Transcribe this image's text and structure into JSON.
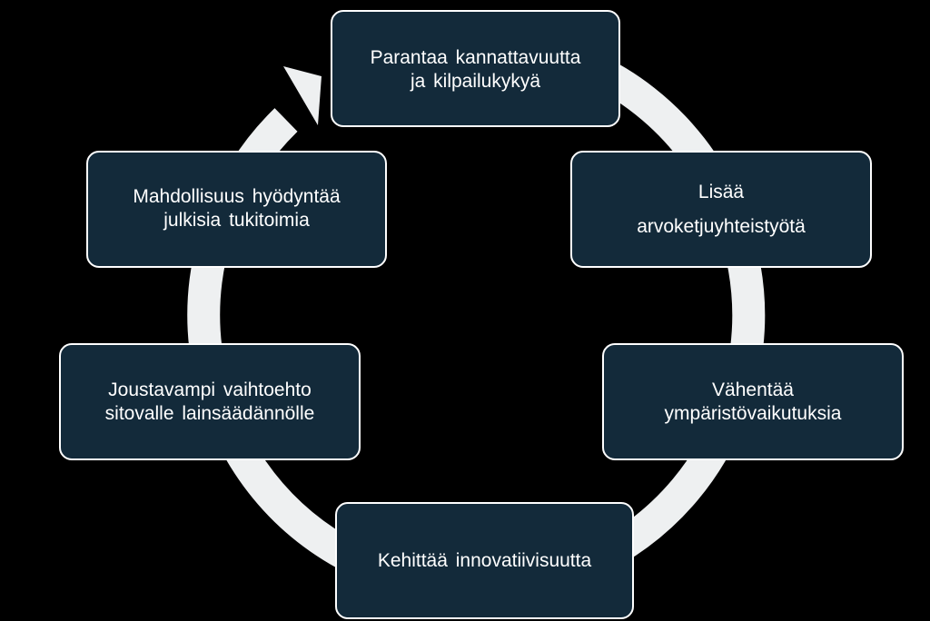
{
  "colors": {
    "background": "#000000",
    "box_fill": "#132a3a",
    "box_border": "#ffffff",
    "ring": "#eef0f1",
    "text": "#ffffff"
  },
  "nodes": [
    {
      "id": "profitability",
      "lines": [
        "Parantaa  kannattavuutta",
        "ja kilpailukykyä"
      ]
    },
    {
      "id": "value-chain",
      "lines": [
        "Lisää",
        "arvoketjuyhteistyötä"
      ]
    },
    {
      "id": "environment",
      "lines": [
        "Vähentää",
        "ympäristövaikutuksia"
      ]
    },
    {
      "id": "innovation",
      "lines": [
        "Kehittää  innovatiivisuutta"
      ]
    },
    {
      "id": "legislation",
      "lines": [
        "Joustavampi  vaihtoehto",
        "sitovalle  lainsäädännölle"
      ]
    },
    {
      "id": "support",
      "lines": [
        "Mahdollisuus  hyödyntää",
        "julkisia  tukitoimia"
      ]
    }
  ]
}
